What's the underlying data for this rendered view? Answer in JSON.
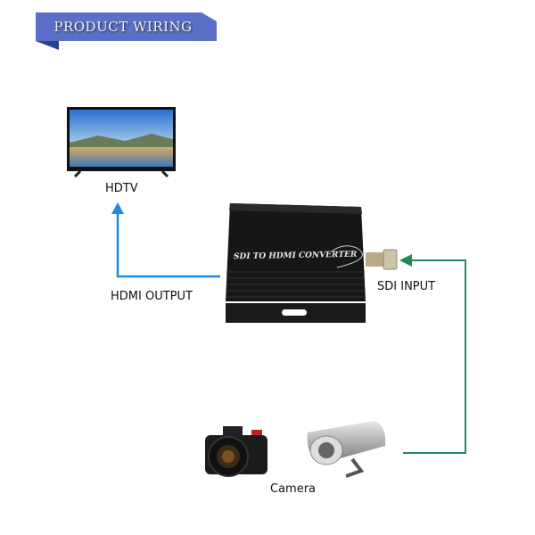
{
  "banner": {
    "title": "PRODUCT WIRING",
    "color": "#5b6fc8"
  },
  "devices": {
    "tv": {
      "label": "HDTV"
    },
    "converter": {
      "label": "SDI TO HDMI CONVERTER"
    },
    "camera": {
      "label": "Camera"
    }
  },
  "connections": {
    "hdmi": {
      "label": "HDMI OUTPUT",
      "color": "#1e88e5"
    },
    "sdi": {
      "label": "SDI INPUT",
      "color": "#1f8a55"
    }
  }
}
